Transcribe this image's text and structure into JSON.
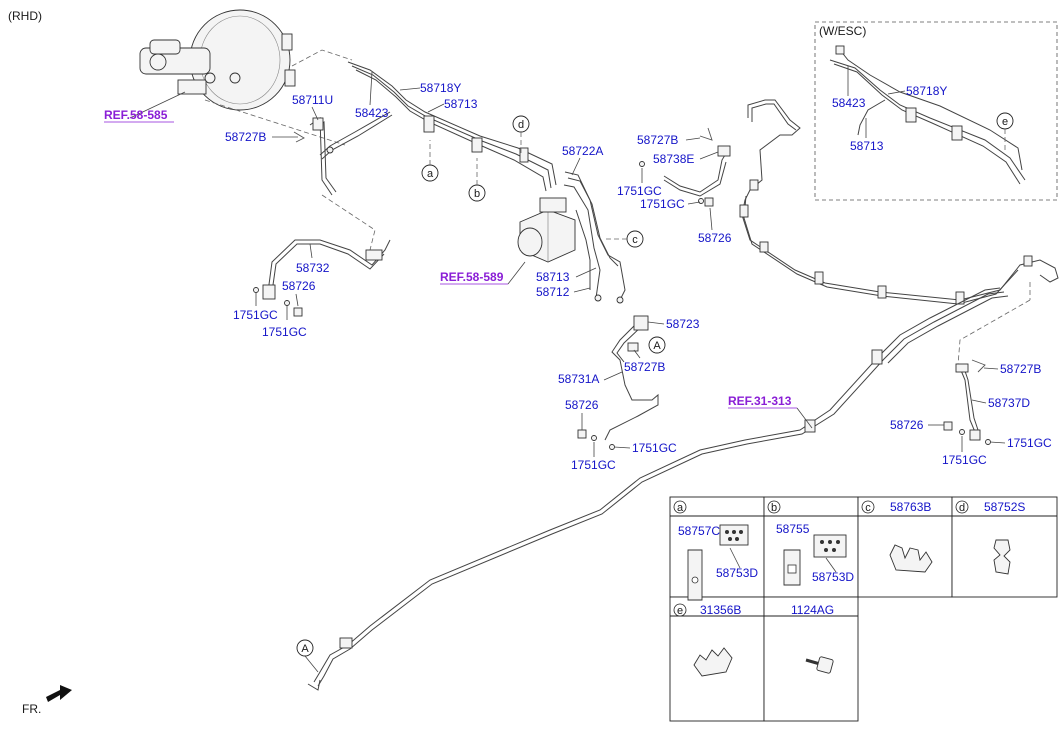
{
  "header": {
    "variant": "(RHD)",
    "esc_box_title": "(W/ESC)"
  },
  "refs": {
    "master_cylinder": "REF.58-585",
    "hcu": "REF.58-589",
    "rear_tube": "REF.31-313"
  },
  "parts": {
    "p58718Y": "58718Y",
    "p58423": "58423",
    "p58713": "58713",
    "p58711U": "58711U",
    "p58727B": "58727B",
    "p58722A": "58722A",
    "p58738E": "58738E",
    "p1751GC": "1751GC",
    "p58726": "58726",
    "p58732": "58732",
    "p58712": "58712",
    "p58723": "58723",
    "p58731A": "58731A",
    "p58737D": "58737D",
    "esc58718Y": "58718Y",
    "esc58423": "58423",
    "esc58713": "58713"
  },
  "callouts": {
    "a": "a",
    "b": "b",
    "c": "c",
    "d": "d",
    "e": "e",
    "A": "A"
  },
  "legend": {
    "cells": [
      {
        "key": "a",
        "part": ""
      },
      {
        "key": "b",
        "part": ""
      },
      {
        "key": "c",
        "part": "58763B"
      },
      {
        "key": "d",
        "part": "58752S"
      },
      {
        "key": "e",
        "part": "31356B"
      },
      {
        "key": "",
        "part": "1124AG"
      }
    ],
    "a_parts": [
      "58757C",
      "58753D"
    ],
    "b_parts": [
      "58755",
      "58753D"
    ]
  },
  "footer": {
    "front_label": "FR."
  }
}
